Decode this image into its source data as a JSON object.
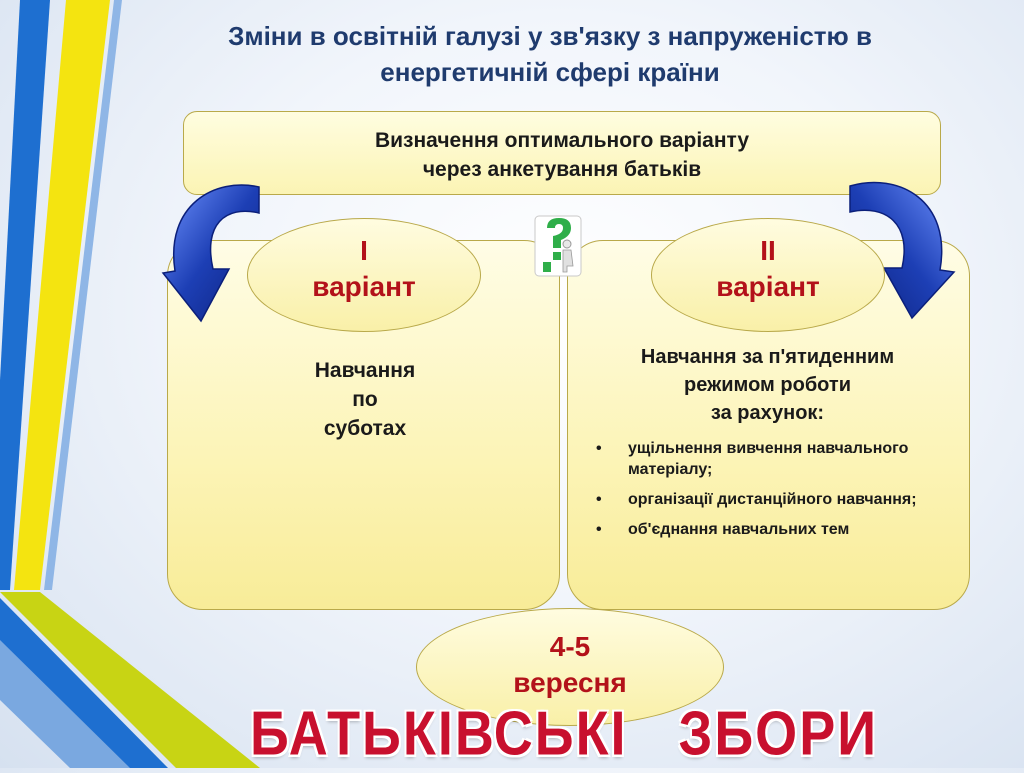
{
  "slide": {
    "title": "Зміни в освітній галузі у зв'язку з напруженістю в енергетичній сфері країни",
    "top_box": {
      "line1": "Визначення оптимального варіанту",
      "line2": "через анкетування батьків"
    },
    "option_1": {
      "num": "І",
      "word": "варіант",
      "text_lines": [
        "Навчання",
        "по",
        "суботах"
      ]
    },
    "option_2": {
      "num": "ІІ",
      "word": "варіант",
      "head_lines": [
        "Навчання за п'ятиденним",
        "режимом роботи",
        "за рахунок:"
      ],
      "bullets": [
        "ущільнення вивчення навчального матеріалу;",
        "організації дистанційного навчання;",
        "об'єднання навчальних тем"
      ]
    },
    "date_oval": {
      "line1": "4-5",
      "line2": "вересня"
    },
    "bottom_title": "БАТЬКІВСЬКІ   ЗБОРИ",
    "colors": {
      "title": "#1f3b6e",
      "accent_red": "#b3121a",
      "ribbon_blue": "#1e6fd0",
      "ribbon_yellow": "#f4e410",
      "box_fill": "#fcf4b6",
      "arrow_blue": "#1d3fb5"
    },
    "icons": [
      "curved-arrow-left-icon",
      "curved-arrow-right-icon",
      "question-figure-icon"
    ]
  }
}
